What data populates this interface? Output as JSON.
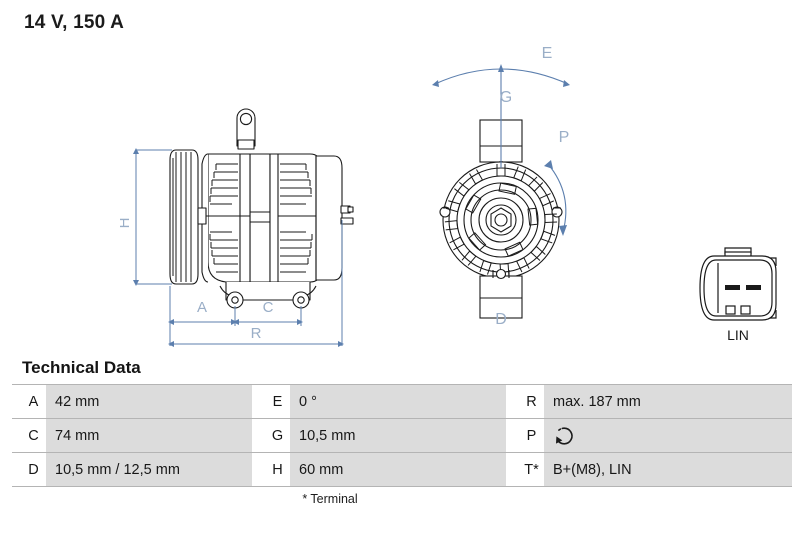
{
  "title": "14 V, 150 A",
  "tech": {
    "heading": "Technical Data",
    "footnote": "* Terminal",
    "rows": [
      {
        "k1": "A",
        "v1": "42 mm",
        "k2": "E",
        "v2": "0 °",
        "k3": "R",
        "v3": "max. 187 mm"
      },
      {
        "k1": "C",
        "v1": "74 mm",
        "k2": "G",
        "v2": "10,5 mm",
        "k3": "P",
        "v3": "rotation-icon"
      },
      {
        "k1": "D",
        "v1": "10,5 mm / 12,5 mm",
        "k2": "H",
        "v2": "60 mm",
        "k3": "T*",
        "v3": "B+(M8), LIN"
      }
    ]
  },
  "drawings": {
    "side_view": {
      "name": "alternator-side-view",
      "dimension_labels": [
        "H",
        "A",
        "C",
        "R"
      ]
    },
    "front_view": {
      "name": "alternator-front-view",
      "dimension_labels": [
        "E",
        "G",
        "P",
        "D"
      ]
    },
    "plug": {
      "name": "lin-connector",
      "label": "LIN"
    }
  },
  "colors": {
    "dimension_line": "#5c7fae",
    "dimension_label": "#9aaec7",
    "table_value_bg": "#dcdcdc",
    "table_border": "#b4b4b4",
    "drawing_stroke": "#1a1a1a",
    "text": "#171717"
  }
}
